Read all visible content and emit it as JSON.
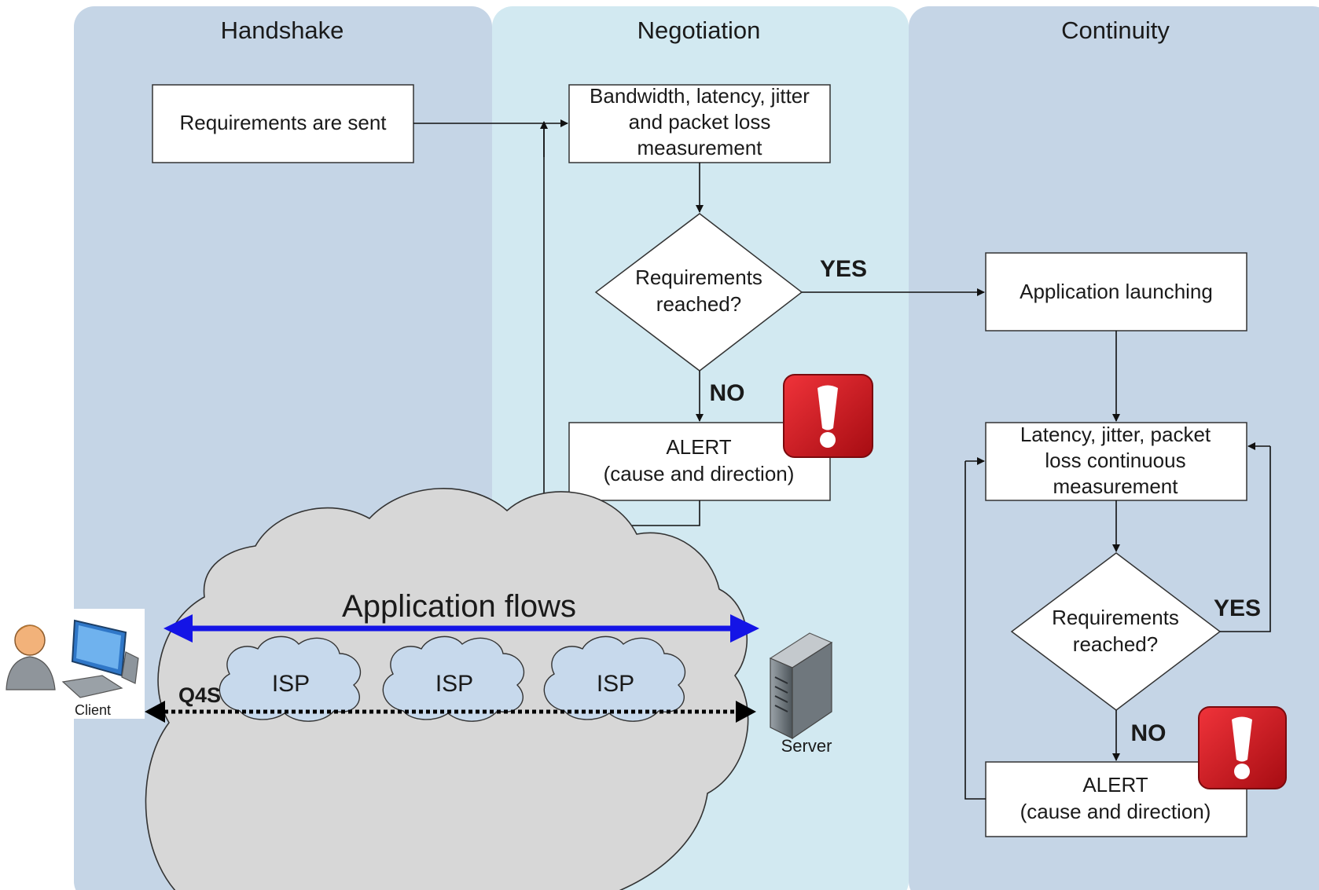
{
  "lanes": [
    {
      "title": "Handshake"
    },
    {
      "title": "Negotiation"
    },
    {
      "title": "Continuity"
    }
  ],
  "handshake": {
    "requirements_box": "Requirements are sent"
  },
  "negotiation": {
    "measure_box": [
      "Bandwidth, latency, jitter",
      "and packet loss",
      "measurement"
    ],
    "decision": [
      "Requirements",
      "reached?"
    ],
    "yes_label": "YES",
    "no_label": "NO",
    "alert_box": [
      "ALERT",
      "(cause and direction)"
    ]
  },
  "continuity": {
    "launch_box": "Application launching",
    "measure_box": [
      "Latency, jitter, packet",
      "loss continuous",
      "measurement"
    ],
    "decision": [
      "Requirements",
      "reached?"
    ],
    "yes_label": "YES",
    "no_label": "NO",
    "alert_box": [
      "ALERT",
      "(cause and direction)"
    ]
  },
  "network": {
    "flows_label": "Application flows",
    "isp_labels": [
      "ISP",
      "ISP",
      "ISP"
    ],
    "protocol_label": "Q4S",
    "client_label": "Client",
    "server_label": "Server"
  },
  "colors": {
    "lane_blue": "#c5d5e6",
    "lane_light": "#d2e9f1",
    "cloud_gray": "#d7d7d7",
    "isp_cloud": "#c7d9ec",
    "flow_arrow": "#1414e6",
    "alert_red": "#d6121b"
  },
  "icons": {
    "alert": "exclamation-alert-icon",
    "client": "user-computer-icon",
    "server": "server-tower-icon"
  }
}
